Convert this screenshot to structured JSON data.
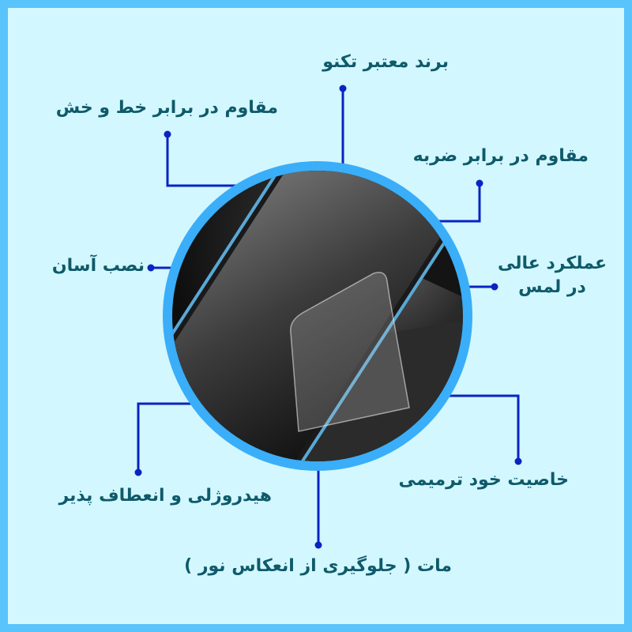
{
  "colors": {
    "frame": "#59c3fb",
    "background": "#d2f7fe",
    "ring": "#3aaef8",
    "connector": "#0a23c3",
    "text": "#0f5a6a"
  },
  "features": [
    {
      "id": "brand",
      "text": "برند معتبر تکنو"
    },
    {
      "id": "scratch",
      "text": "مقاوم در برابر خط و خش"
    },
    {
      "id": "impact",
      "text": "مقاوم در برابر ضربه"
    },
    {
      "id": "install",
      "text": "نصب آسان"
    },
    {
      "id": "touch",
      "line1": "عملکرد عالی",
      "line2": "در لمس"
    },
    {
      "id": "hydrogel",
      "text": "هیدروژلی و انعطاف پذیر"
    },
    {
      "id": "selfheal",
      "text": "خاصیت خود ترمیمی"
    },
    {
      "id": "matte",
      "text": "مات ( جلوگیری از انعکاس نور )"
    }
  ],
  "image": {
    "alt": "matte hydrogel screen protector peeling off a smartphone"
  }
}
